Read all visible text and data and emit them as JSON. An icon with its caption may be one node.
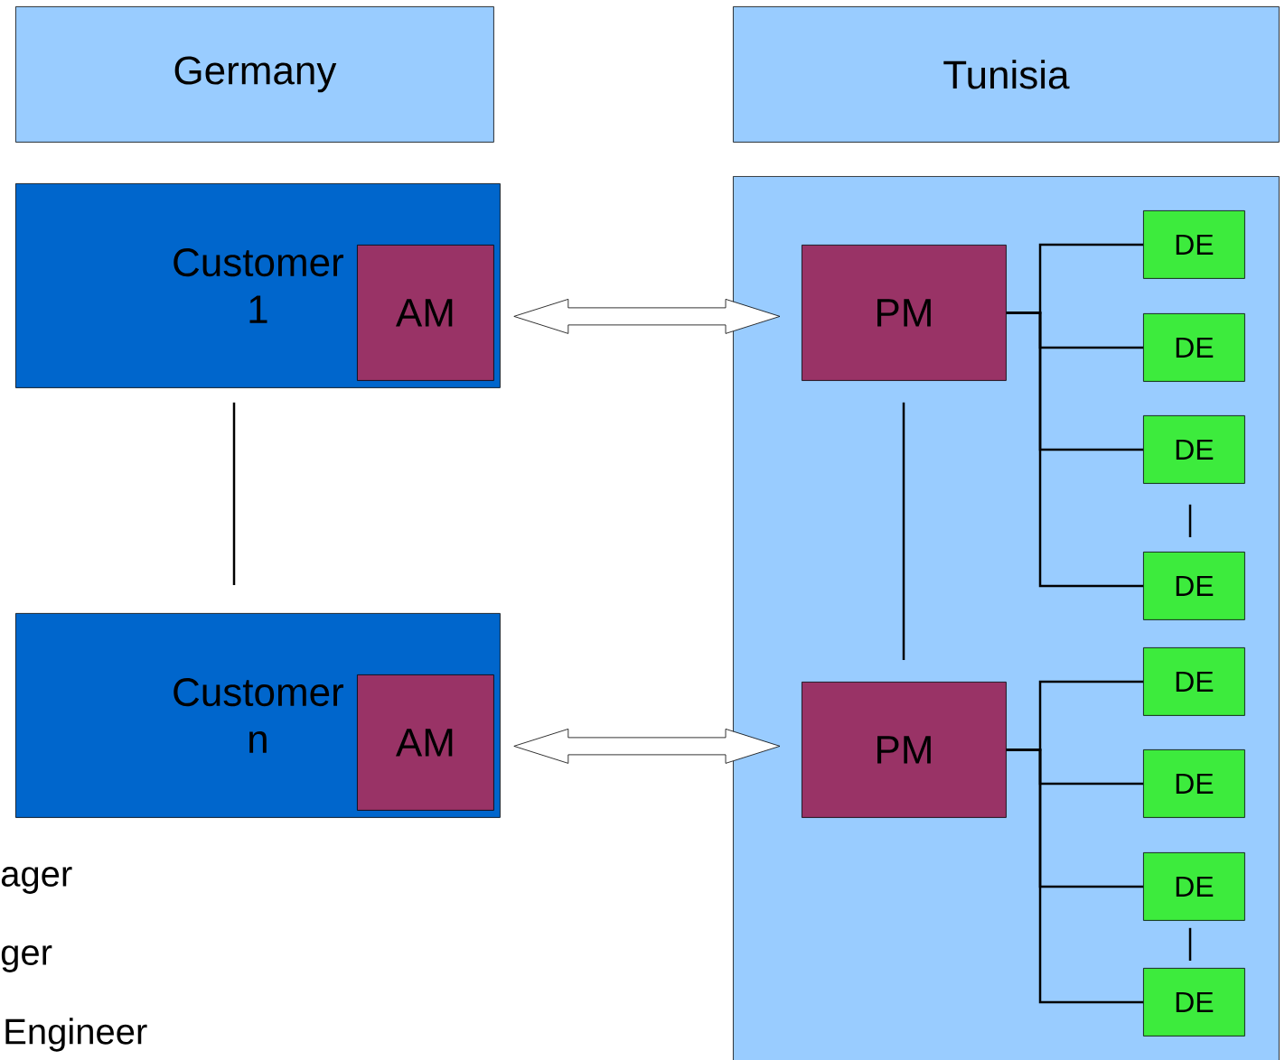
{
  "diagram": {
    "nodes": [
      {
        "text": [
          "Germany"
        ]
      },
      {
        "text": [
          "Tunisia"
        ]
      },
      {
        "text": [
          "Customer 1"
        ]
      },
      {
        "text": [
          "AM"
        ],
        "in": 2
      },
      {
        "text": [
          "Customer n"
        ]
      },
      {
        "text": [
          "AM"
        ],
        "in": 4
      },
      {
        "text": [],
        "shape": "box"
      },
      {
        "text": [
          "PM"
        ],
        "in": 6
      },
      {
        "text": [
          "DE"
        ],
        "in": 6
      },
      {
        "text": [
          "DE"
        ],
        "in": 6
      },
      {
        "text": [
          "DE"
        ],
        "in": 6
      },
      {
        "text": [
          "DE"
        ],
        "in": 6
      },
      {
        "text": [
          "PM"
        ],
        "in": 6
      },
      {
        "text": [
          "DE"
        ],
        "in": 6
      },
      {
        "text": [
          "DE"
        ],
        "in": 6
      },
      {
        "text": [
          "DE"
        ],
        "in": 6
      },
      {
        "text": [
          "DE"
        ],
        "in": 6
      }
    ],
    "edges": [
      {
        "from": 3,
        "to": 7,
        "arrow": "both"
      },
      {
        "from": 5,
        "to": 12,
        "arrow": "both"
      },
      {
        "from": 2,
        "to": 4,
        "arrow": "none"
      },
      {
        "from": 7,
        "to": 12,
        "arrow": "none"
      },
      {
        "from": 7,
        "to": 8,
        "arrow": "none"
      },
      {
        "from": 7,
        "to": 9,
        "arrow": "none"
      },
      {
        "from": 7,
        "to": 10,
        "arrow": "none"
      },
      {
        "from": 7,
        "to": 11,
        "arrow": "none"
      },
      {
        "from": 10,
        "to": 11,
        "arrow": "none"
      },
      {
        "from": 12,
        "to": 13,
        "arrow": "none"
      },
      {
        "from": 12,
        "to": 14,
        "arrow": "none"
      },
      {
        "from": 12,
        "to": 15,
        "arrow": "none"
      },
      {
        "from": 12,
        "to": 16,
        "arrow": "none"
      },
      {
        "from": 15,
        "to": 16,
        "arrow": "none"
      }
    ],
    "labels": [
      "ager",
      "ger",
      "Engineer"
    ]
  }
}
